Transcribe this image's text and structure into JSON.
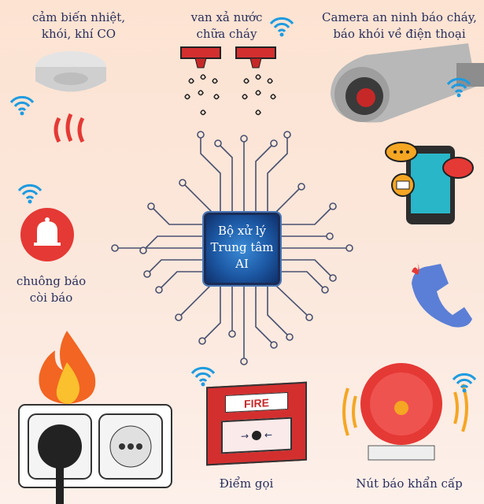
{
  "labels": {
    "sensor": [
      "cảm biến nhiệt,",
      "khói, khí CO"
    ],
    "sprinkler": [
      "van xả nước",
      "chữa cháy"
    ],
    "camera": [
      "Camera an ninh báo cháy,",
      "báo khói về điện thoại"
    ],
    "alarm_bell": [
      "chuông báo",
      "còi báo"
    ],
    "call_point": "Điểm gọi",
    "emergency_button": "Nút báo khẩn cấp"
  },
  "center": [
    "Bộ xử lý",
    "Trung tâm",
    "AI"
  ],
  "call_point_sign": "FIRE",
  "colors": {
    "wifi": "#1e9be0",
    "red": "#e53935",
    "chip": "#1d5aa6",
    "circuit": "#4a5170"
  }
}
